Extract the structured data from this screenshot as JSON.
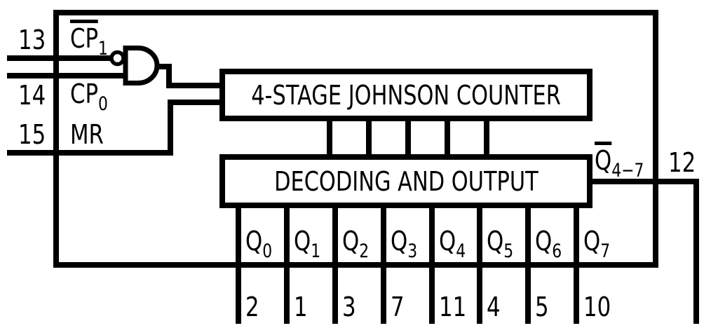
{
  "diagram": {
    "colors": {
      "line": "#000000",
      "background": "#ffffff"
    },
    "pins_left": [
      {
        "pin": "13",
        "label": "CP",
        "label_sub": "1",
        "label_overline": true
      },
      {
        "pin": "14",
        "label": "CP",
        "label_sub": "0",
        "label_overline": false
      },
      {
        "pin": "15",
        "label": "MR",
        "label_sub": "",
        "label_overline": false
      }
    ],
    "blocks": {
      "counter": {
        "title": "4-STAGE JOHNSON COUNTER"
      },
      "decoder": {
        "title": "DECODING AND OUTPUT"
      }
    },
    "outputs": [
      {
        "label": "Q",
        "sub": "0",
        "pin": "2"
      },
      {
        "label": "Q",
        "sub": "1",
        "pin": "1"
      },
      {
        "label": "Q",
        "sub": "2",
        "pin": "3"
      },
      {
        "label": "Q",
        "sub": "3",
        "pin": "7"
      },
      {
        "label": "Q",
        "sub": "4",
        "pin": "11"
      },
      {
        "label": "Q",
        "sub": "5",
        "pin": "4"
      },
      {
        "label": "Q",
        "sub": "6",
        "pin": "5"
      },
      {
        "label": "Q",
        "sub": "7",
        "pin": "10"
      }
    ],
    "carry": {
      "label": "Q",
      "sub": "4−7",
      "label_overline": true,
      "pin": "12"
    }
  }
}
